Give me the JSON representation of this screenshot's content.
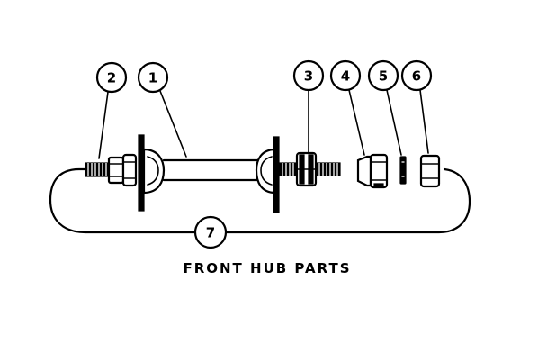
{
  "caption": "FRONT HUB PARTS",
  "callouts": {
    "c1": "1",
    "c2": "2",
    "c3": "3",
    "c4": "4",
    "c5": "5",
    "c6": "6",
    "c7": "7"
  },
  "colors": {
    "ink": "#000000",
    "paper": "#ffffff"
  }
}
